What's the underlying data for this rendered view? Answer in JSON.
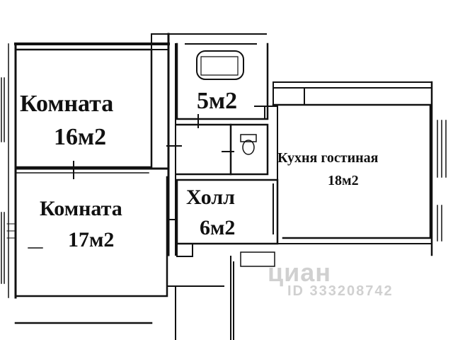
{
  "plan": {
    "rooms": {
      "room1": {
        "name": "Комната",
        "area": "16м2"
      },
      "room2": {
        "name": "Комната",
        "area": "17м2"
      },
      "bathroom": {
        "area": "5м2"
      },
      "hall": {
        "name": "Холл",
        "area": "6м2"
      },
      "kitchen": {
        "name": "Кухня гостиная",
        "area": "18м2"
      }
    },
    "watermark": {
      "brand": "циан",
      "id": "ID 333208742"
    },
    "colors": {
      "wall": "#111111",
      "background": "#ffffff",
      "watermark": "#969696"
    }
  }
}
